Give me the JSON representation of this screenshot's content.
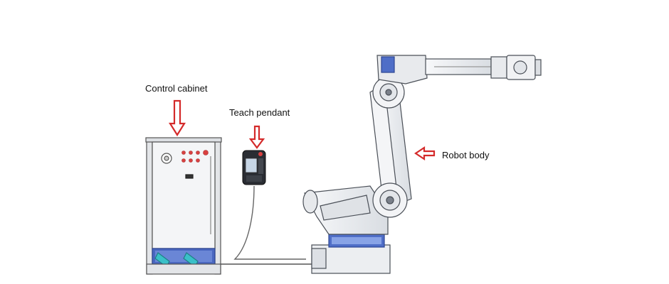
{
  "labels": {
    "control_cabinet": "Control cabinet",
    "teach_pendant": "Teach pendant",
    "robot_body": "Robot body"
  },
  "colors": {
    "arrow": "#d42a2a",
    "outline": "#555555",
    "body_fill": "#eef0f2",
    "accent_blue": "#3f63b8",
    "cabinet_button_red": "#d94040"
  },
  "icons": [
    "down-arrow-icon",
    "left-arrow-icon"
  ]
}
